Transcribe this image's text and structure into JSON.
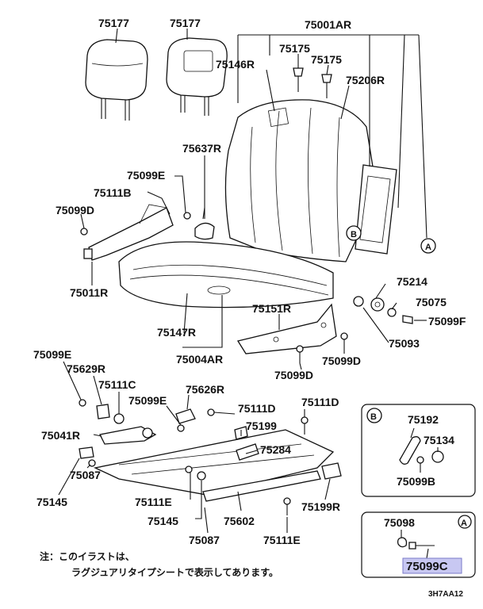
{
  "labels": {
    "l75177a": "75177",
    "l75177b": "75177",
    "l75001ar": "75001AR",
    "l75175a": "75175",
    "l75175b": "75175",
    "l75146r": "75146R",
    "l75206r": "75206R",
    "l75637r": "75637R",
    "l75099e_top": "75099E",
    "l75111b": "75111B",
    "l75099d_left": "75099D",
    "l75011r": "75011R",
    "l75214": "75214",
    "l75075": "75075",
    "l75099f": "75099F",
    "l75151r": "75151R",
    "l75147r": "75147R",
    "l75093": "75093",
    "l75004ar": "75004AR",
    "l75099d_mid": "75099D",
    "l75099d_right": "75099D",
    "l75099e_left": "75099E",
    "l75629r": "75629R",
    "l75111c": "75111C",
    "l75626r": "75626R",
    "l75099e_mid": "75099E",
    "l75111d_a": "75111D",
    "l75111d_b": "75111D",
    "l75041r": "75041R",
    "l75199": "75199",
    "l75284": "75284",
    "l75087_left": "75087",
    "l75145_left": "75145",
    "l75111e_left": "75111E",
    "l75145_mid": "75145",
    "l75602": "75602",
    "l75199r": "75199R",
    "l75087_bot": "75087",
    "l75111e_bot": "75111E",
    "callout_a": "A",
    "callout_b": "B",
    "inset_b_tag": "B",
    "l75192": "75192",
    "l75134": "75134",
    "l75099b": "75099B",
    "inset_a_tag": "A",
    "l75098": "75098",
    "l75099c": "75099C"
  },
  "note": {
    "line1": "注：このイラストは、",
    "line2": "ラグジュアリタイプシートで表示してあります。"
  },
  "figure_code": "3H7AA12",
  "highlight_color": "#c8c8f2"
}
